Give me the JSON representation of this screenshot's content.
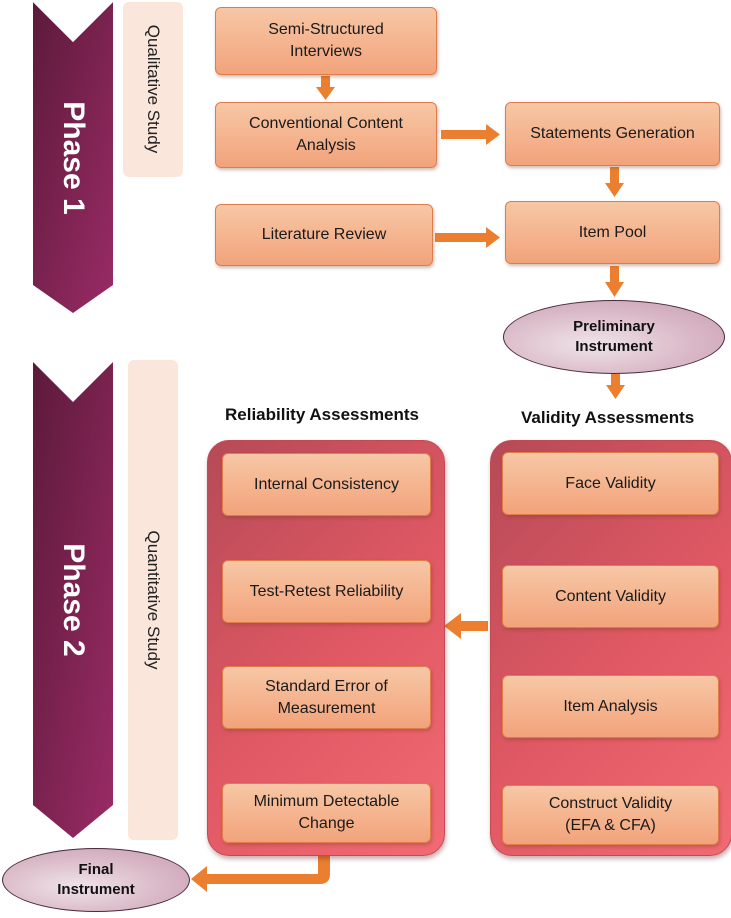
{
  "phases": {
    "phase1": {
      "label": "Phase 1",
      "study": "Qualitative Study"
    },
    "phase2": {
      "label": "Phase 2",
      "study": "Quantitative Study"
    }
  },
  "phase1_boxes": {
    "interviews": "Semi-Structured Interviews",
    "content_analysis": "Conventional Content Analysis",
    "statements": "Statements Generation",
    "literature": "Literature Review",
    "item_pool": "Item Pool"
  },
  "preliminary": "Preliminary Instrument",
  "final": "Final Instrument",
  "reliability": {
    "heading": "Reliability Assessments",
    "items": [
      "Internal Consistency",
      "Test-Retest Reliability",
      "Standard Error of Measurement",
      "Minimum Detectable Change"
    ]
  },
  "validity": {
    "heading": "Validity Assessments",
    "items": [
      "Face Validity",
      "Content Validity",
      "Item Analysis",
      "Construct Validity (EFA & CFA)"
    ]
  },
  "colors": {
    "phase_banner": "#8a2459",
    "box_fill": "#f4b08b",
    "arrow": "#ec7f2f",
    "panel": "#e05a63"
  }
}
